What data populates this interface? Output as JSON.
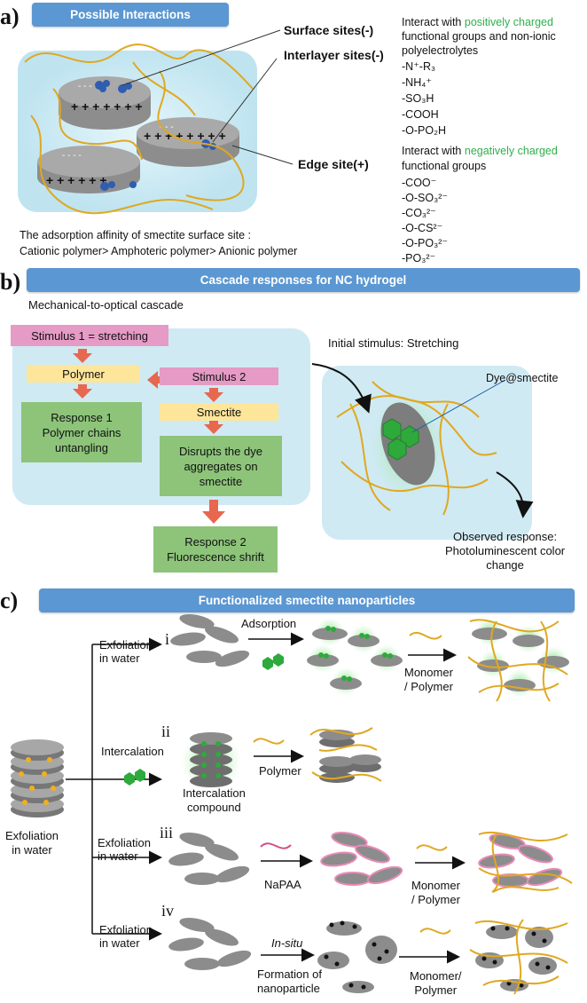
{
  "panel_a": {
    "letter": "a)",
    "banner": "Possible Interactions",
    "surface_sites": "Surface sites(-)",
    "interlayer_sites": "Interlayer sites(-)",
    "edge_site": "Edge site(+)",
    "positive_intro_1": "Interact with ",
    "positive_highlight": "positively charged",
    "positive_intro_2": "functional groups and non-ionic",
    "positive_intro_3": "polyelectrolytes",
    "positive_groups": [
      "-N⁺-R₃",
      "-NH₄⁺",
      "-SO₃H",
      "-COOH",
      "-O-PO₂H"
    ],
    "negative_intro_1": "Interact with ",
    "negative_highlight": "negatively charged",
    "negative_intro_2": "functional groups",
    "negative_groups": [
      "-COO⁻",
      "-O-SO₃²⁻",
      "-CO₃²⁻",
      "-O-CS²⁻",
      "-O-PO₃²⁻",
      "-PO₃²⁻"
    ],
    "affinity_line1": "The adsorption affinity of smectite surface site :",
    "affinity_line2": "Cationic polymer> Amphoteric polymer> Anionic polymer"
  },
  "panel_b": {
    "letter": "b)",
    "banner": "Cascade responses for NC hydrogel",
    "subtitle": "Mechanical-to-optical cascade",
    "stimulus1": "Stimulus 1 = stretching",
    "polymer": "Polymer",
    "stimulus2": "Stimulus 2",
    "smectite": "Smectite",
    "response1": "Response 1\nPolymer chains\nuntangling",
    "disrupts": "Disrupts the dye\naggregates on\nsmectite",
    "response2": "Response 2\nFluorescence shrift",
    "initial_stimulus": "Initial stimulus: Stretching",
    "dye_smectite": "Dye@smectite",
    "observed": "Observed response:\nPhotoluminescent color\nchange"
  },
  "panel_c": {
    "letter": "c)",
    "banner": "Functionalized smectite nanoparticles",
    "exfoliation_stack": "Exfoliation\nin water",
    "route_i_label": "Exfoliation\nin water",
    "route_i": "i",
    "adsorption": "Adsorption",
    "monomer_polymer_i": "Monomer\n/ Polymer",
    "route_ii_label": "Intercalation",
    "route_ii": "ii",
    "intercalation_compound": "Intercalation\ncompound",
    "polymer_ii": "Polymer",
    "route_iii_label": "Exfoliation\nin water",
    "route_iii": "iii",
    "napaa": "NaPAA",
    "monomer_polymer_iii": "Monomer\n/ Polymer",
    "route_iv_label": "Exfoliation\nin water",
    "route_iv": "iv",
    "in_situ": "In-situ",
    "formation": "Formation of\nnanoparticle",
    "monomer_polymer_iv": "Monomer/\nPolymer"
  },
  "colors": {
    "banner": "#5b97d2",
    "pink_box": "#e59bc6",
    "yellow_box": "#fde59a",
    "green_box": "#8dc47a",
    "arrow_red": "#e8674f",
    "light_blue": "#cfeaf3",
    "green_text": "#2fb04b",
    "polymer_gold": "#e0a820"
  }
}
